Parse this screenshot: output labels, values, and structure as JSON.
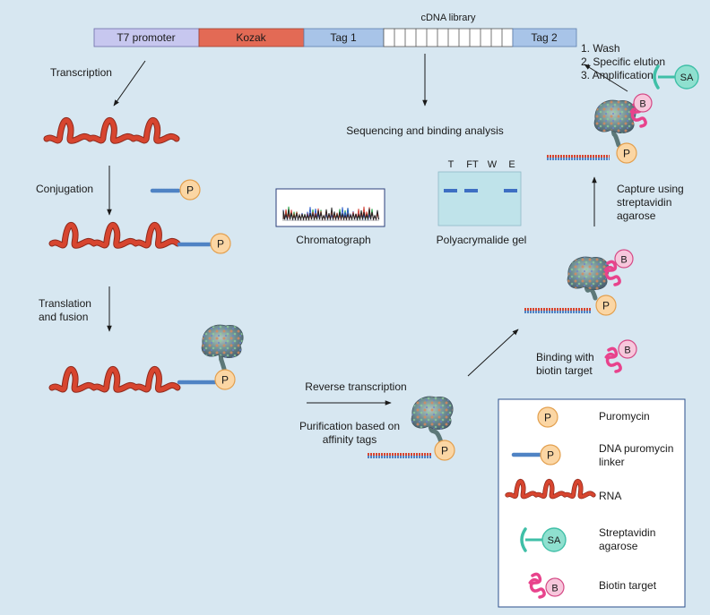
{
  "construct": {
    "library_label": "cDNA library",
    "segments": [
      "T7 promoter",
      "Kozak",
      "Tag 1",
      "Tag 2"
    ]
  },
  "steps": {
    "transcription": "Transcription",
    "conjugation": "Conjugation",
    "translation": [
      "Translation",
      "and fusion"
    ],
    "sequencing": "Sequencing and binding analysis",
    "chromatograph": "Chromatograph",
    "gel": "Polyacrymalide gel",
    "gel_lanes": [
      "T",
      "FT",
      "W",
      "E"
    ],
    "reverse_transcription": "Reverse transcription",
    "purification": [
      "Purification based on",
      "affinity tags"
    ],
    "binding": [
      "Binding with",
      "biotin target"
    ],
    "capture": [
      "Capture using",
      "streptavidin",
      "agarose"
    ],
    "selection": [
      "1. Wash",
      "2. Specific elution",
      "3. Amplification"
    ]
  },
  "badges": {
    "puromycin": "P",
    "biotin": "B",
    "streptavidin": "SA"
  },
  "legend": {
    "puromycin": "Puromycin",
    "linker": [
      "DNA puromycin",
      "linker"
    ],
    "rna": "RNA",
    "streptavidin": [
      "Streptavidin",
      "agarose"
    ],
    "biotin": "Biotin target"
  },
  "colors": {
    "background": "#d7e7f1",
    "t7": "#c7c7ef",
    "kozak": "#e36a55",
    "tag": "#a8c4e8",
    "rna": "#d7452f",
    "dna": "#4f83c4",
    "puromycin_fill": "#fbd6a4",
    "puromycin_stroke": "#e3a04f",
    "streptavidin": "#3fbfa7",
    "biotin": "#e8438c"
  }
}
